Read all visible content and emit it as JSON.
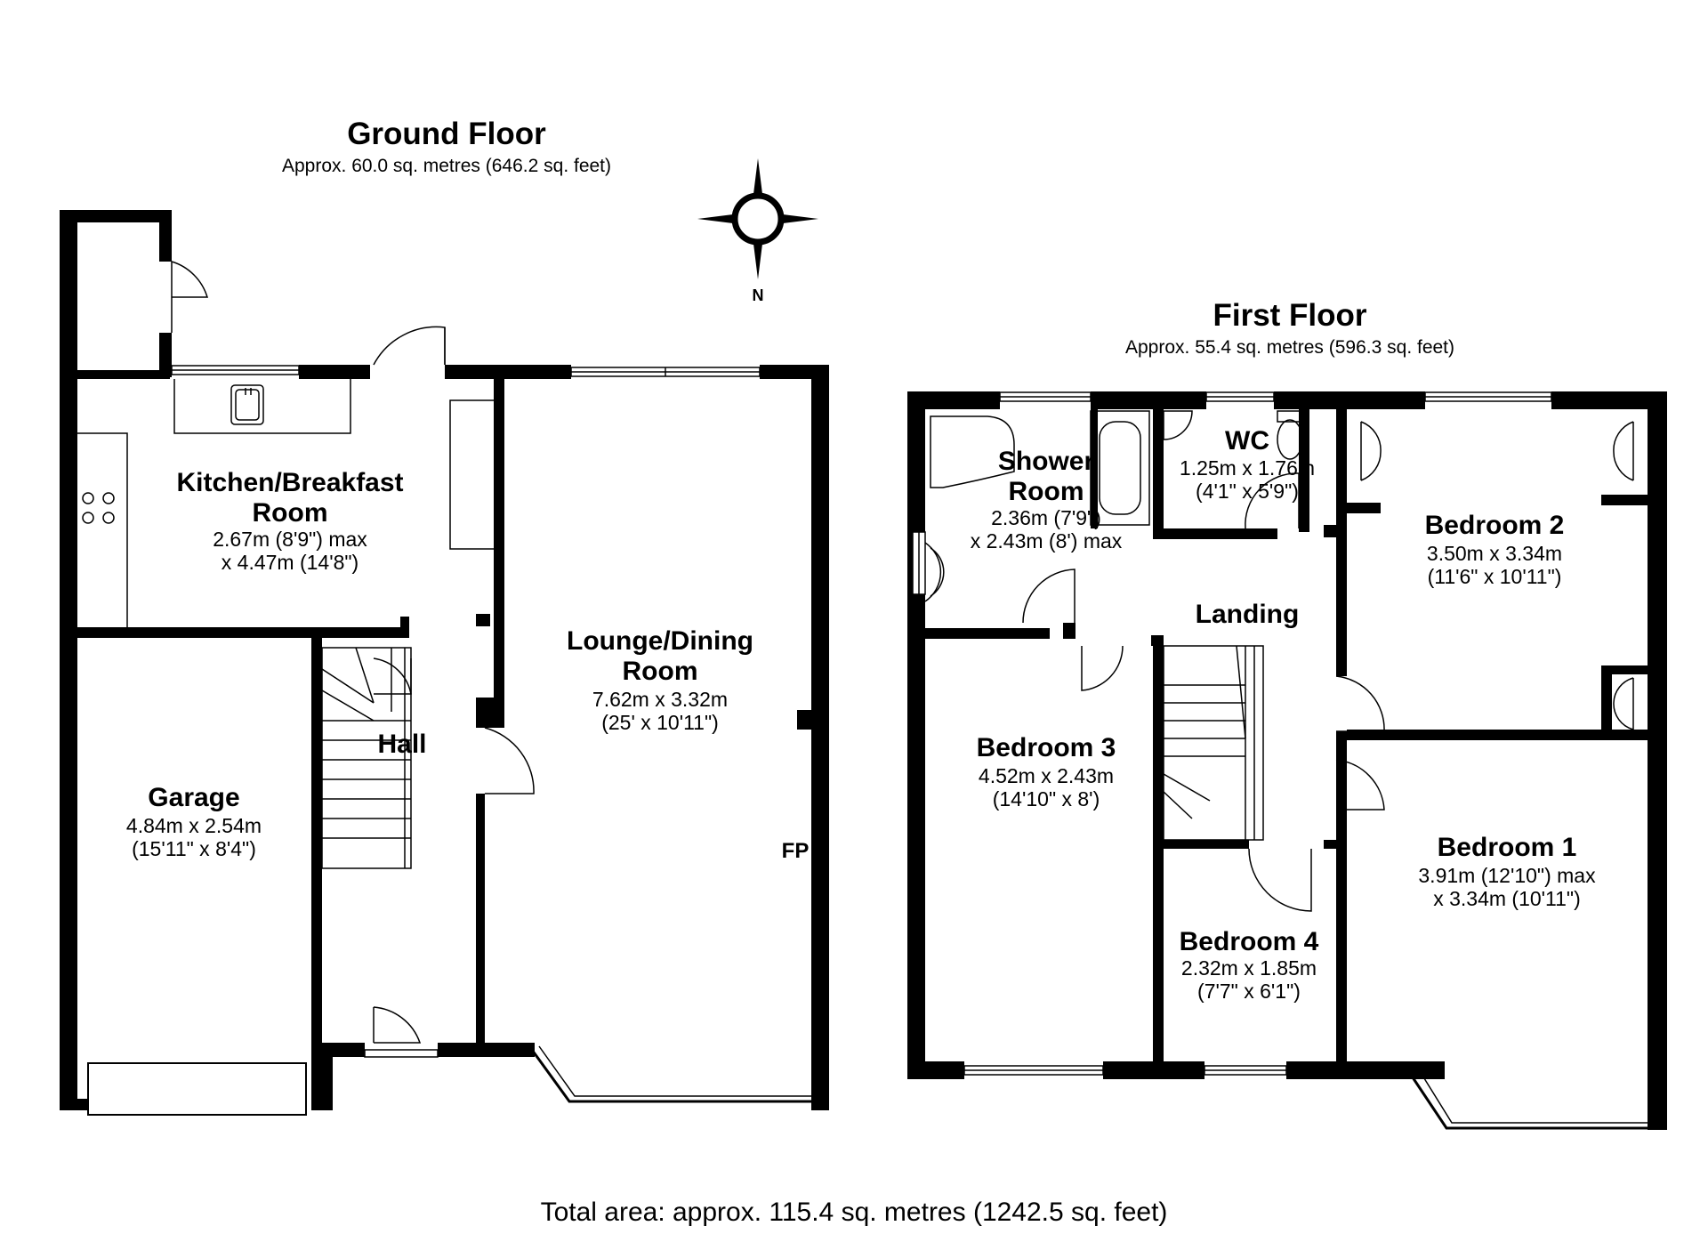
{
  "ground_floor": {
    "title": "Ground Floor",
    "area": "Approx. 60.0 sq. metres (646.2 sq. feet)",
    "rooms": {
      "kitchen": {
        "name_line1": "Kitchen/Breakfast",
        "name_line2": "Room",
        "dim_line1": "2.67m (8'9\") max",
        "dim_line2": "x 4.47m (14'8\")"
      },
      "lounge": {
        "name_line1": "Lounge/Dining",
        "name_line2": "Room",
        "dim_line1": "7.62m x 3.32m",
        "dim_line2": "(25' x 10'11\")"
      },
      "hall": {
        "name": "Hall"
      },
      "garage": {
        "name": "Garage",
        "dim_line1": "4.84m x 2.54m",
        "dim_line2": "(15'11\" x 8'4\")"
      }
    },
    "fireplace_label": "FP"
  },
  "first_floor": {
    "title": "First Floor",
    "area": "Approx. 55.4 sq. metres (596.3 sq. feet)",
    "rooms": {
      "shower": {
        "name_line1": "Shower",
        "name_line2": "Room",
        "dim_line1": "2.36m (7'9\")",
        "dim_line2": "x 2.43m (8') max"
      },
      "wc": {
        "name": "WC",
        "dim_line1": "1.25m x 1.76m",
        "dim_line2": "(4'1\" x 5'9\")"
      },
      "landing": {
        "name": "Landing"
      },
      "bedroom2": {
        "name": "Bedroom 2",
        "dim_line1": "3.50m x 3.34m",
        "dim_line2": "(11'6\" x 10'11\")"
      },
      "bedroom3": {
        "name": "Bedroom 3",
        "dim_line1": "4.52m x 2.43m",
        "dim_line2": "(14'10\" x 8')"
      },
      "bedroom1": {
        "name": "Bedroom 1",
        "dim_line1": "3.91m (12'10\") max",
        "dim_line2": "x 3.34m (10'11\")"
      },
      "bedroom4": {
        "name": "Bedroom 4",
        "dim_line1": "2.32m x 1.85m",
        "dim_line2": "(7'7\" x 6'1\")"
      }
    }
  },
  "compass": {
    "label": "N"
  },
  "total_area": "Total area: approx. 115.4 sq. metres (1242.5 sq. feet)"
}
